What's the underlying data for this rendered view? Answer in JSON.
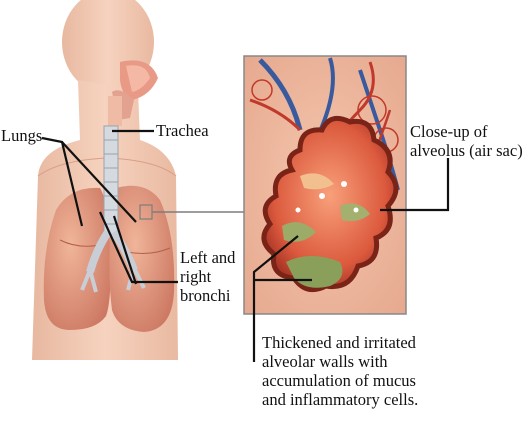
{
  "labels": {
    "lungs": "Lungs",
    "trachea": "Trachea",
    "bronchi": [
      "Left and",
      "right",
      "bronchi"
    ],
    "closeup": [
      "Close-up of",
      "alveolus (air sac)"
    ],
    "walls": [
      "Thickened and irritated",
      "alveolar walls with",
      "accumulation of mucus",
      "and inflammatory cells."
    ]
  }
}
